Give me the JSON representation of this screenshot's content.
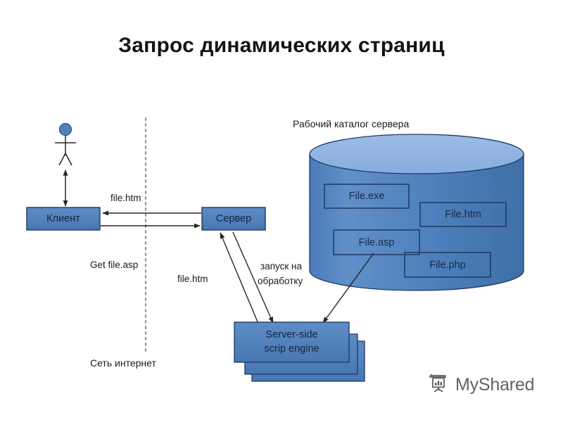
{
  "slide": {
    "title": "Запрос динамических страниц",
    "background": "#ffffff"
  },
  "colors": {
    "shape_fill": "#4f81bd",
    "shape_stroke": "#1f3864",
    "cylinder_top_fill": "#8db4e2",
    "cylinder_body_fill": "#4f81bd",
    "connector_stroke": "#262626",
    "lifeline_stroke": "#9a9a9a",
    "text_dark": "#16243d",
    "title_color": "#141414",
    "watermark_color": "#5d6660"
  },
  "actor": {
    "name": "client-actor",
    "head_color": "#4f81bd"
  },
  "nodes": {
    "client": {
      "label": "Клиент"
    },
    "server": {
      "label": "Сервер"
    },
    "engine": {
      "label_line1": "Server-side",
      "label_line2": "scrip engine"
    }
  },
  "storage": {
    "caption": "Рабочий каталог сервера",
    "files": [
      {
        "label": "File.exe"
      },
      {
        "label": "File.htm"
      },
      {
        "label": "File.asp"
      },
      {
        "label": "File.php"
      }
    ]
  },
  "connector_labels": {
    "response_top": "file.htm",
    "request": "Get file.asp",
    "network": "Сеть интернет",
    "response_bottom": "file.htm",
    "dispatch_line1": "запуск на",
    "dispatch_line2": "обработку"
  },
  "watermark": {
    "text": "MyShared",
    "icon": "presentation-chart-icon"
  }
}
